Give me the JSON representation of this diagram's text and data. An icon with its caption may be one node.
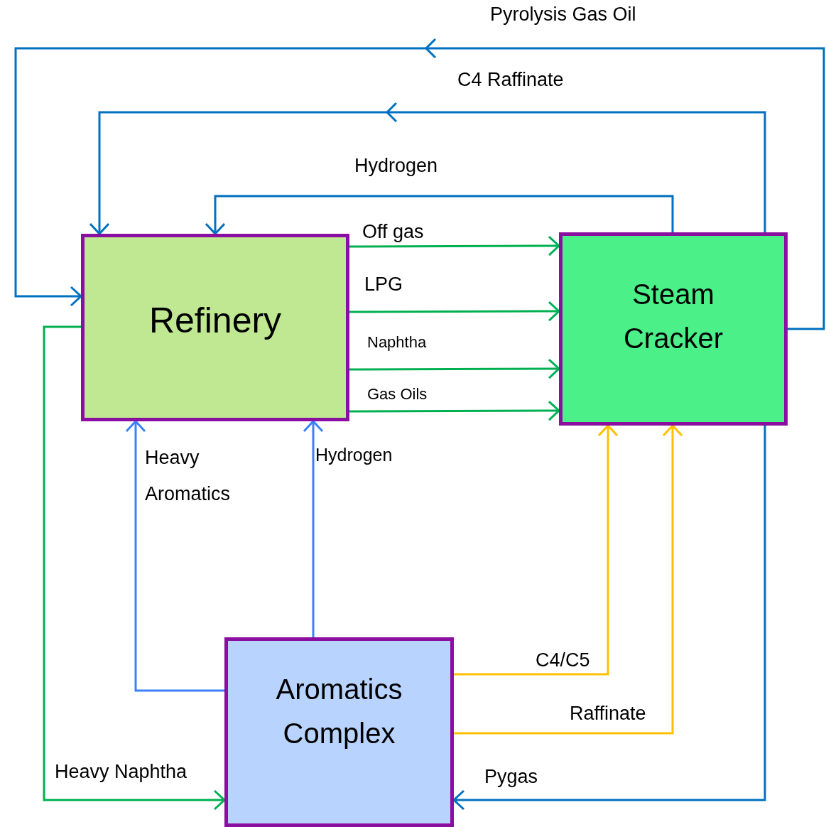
{
  "diagram": {
    "nodes": [
      {
        "text": [
          "Refinery"
        ]
      },
      {
        "text": [
          "Steam Cracker"
        ]
      },
      {
        "text": [
          "Aromatics Complex"
        ]
      }
    ],
    "edges": [
      {
        "from": 1,
        "to": 0,
        "arrow": "to",
        "label": "Pyrolysis Gas Oil",
        "color": "#0070c0"
      },
      {
        "from": 1,
        "to": 0,
        "arrow": "to",
        "label": "C4 Raffinate",
        "color": "#0070c0"
      },
      {
        "from": 1,
        "to": 0,
        "arrow": "to",
        "label": "Hydrogen",
        "color": "#0070c0"
      },
      {
        "from": 0,
        "to": 1,
        "arrow": "to",
        "label": "Off gas"
      },
      {
        "from": 0,
        "to": 1,
        "arrow": "to",
        "label": "LPG"
      },
      {
        "from": 0,
        "to": 1,
        "arrow": "to",
        "label": "Naphtha"
      },
      {
        "from": 0,
        "to": 1,
        "arrow": "to",
        "label": "Gas Oils"
      },
      {
        "from": 2,
        "to": 0,
        "arrow": "to",
        "label": "Heavy Aromatics",
        "color": "#3a80ff"
      },
      {
        "from": 2,
        "to": 0,
        "arrow": "to",
        "label": "Hydrogen",
        "color": "#3a80ff"
      },
      {
        "from": 0,
        "to": 2,
        "arrow": "to",
        "label": "Heavy Naphtha"
      },
      {
        "from": 2,
        "to": 1,
        "arrow": "to",
        "label": "C4/C5",
        "color": "#ffc000"
      },
      {
        "from": 2,
        "to": 1,
        "arrow": "to",
        "label": "Raffinate",
        "color": "#ffc000"
      },
      {
        "from": 1,
        "to": 2,
        "arrow": "to",
        "label": "Pygas",
        "color": "#0070c0"
      }
    ]
  }
}
